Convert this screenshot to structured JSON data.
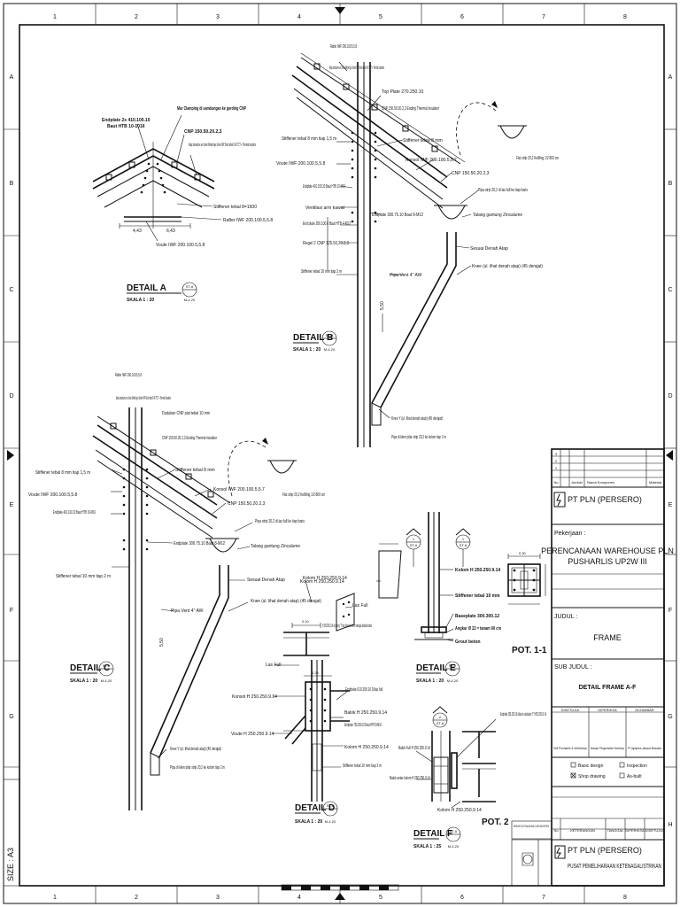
{
  "grid": {
    "columns": [
      "1",
      "2",
      "3",
      "4",
      "5",
      "6",
      "7",
      "8"
    ],
    "rows": [
      "A",
      "B",
      "C",
      "D",
      "E",
      "F",
      "G",
      "H"
    ]
  },
  "sheet_size": "SIZE : A3",
  "details": {
    "a": {
      "title": "DETAIL A",
      "scale": "SKALA 1 : 20",
      "sheet_ref": "M-4.20",
      "bubble": "ST-6",
      "labels": {
        "endplate": "Endplate 2x 410.100.10",
        "baut": "Baut HTB 10-1016",
        "mur": "Mur Clamping di sambungan ke gording CNP",
        "cnp": "CNP 150.50.20.2,3",
        "atap": "Atap zincalume ex Union Metal type Union MP Deck tebal 0,45 TCT + Thermal insulator",
        "stiffener": "Stiffener tebal 8=1600",
        "rafter": "Rafter IWF 200.100.5,5.8",
        "voute": "Voute IWF 200.100.5,5.8",
        "dim1": "4,43",
        "dim2": "6,43"
      }
    },
    "b": {
      "title": "DETAIL B",
      "scale": "SKALA 1 : 20",
      "sheet_ref": "M-4.20",
      "bubble": "ST-6",
      "labels": {
        "rafter": "Rafter IWF 200.100.5,5.8",
        "atap": "Atap zincalume ex Union Metal type Union MP Deck tebal 0,45 TCT + Thermal insulator",
        "toppelat": "Top Plate 270.250.10",
        "cnp_end": "CNP 150.50.20.2,3 Ending Thermal insulator",
        "stiffener_top": "Stiffener tebal 8 mm tiap 1,5 m",
        "stiffener_mid": "Stiffener tebal 8 mm",
        "voute": "Voute IWF 200.100.5,5.8",
        "konsol": "Konsol IWF 200.100.5,5.7",
        "cnp": "CNP 150.50.20.2,3",
        "endplate": "Endplate 410.100.10 Baut HTB 10-M16",
        "pipa": "Pipa strip 20,2 di las full ke tiap baris",
        "ventilasi": "Ventilasi arm kawat",
        "endplate2": "End plate 200.100.6 Baut HTB 4-M12",
        "regel": "Regel 2 CNP 125.50.20.2,3",
        "endplate3": "Endplate 300.75.10 Baut 8-M12",
        "talang": "Talang gantung Zincalume",
        "sesuai": "Sesuai Denah Atap",
        "stiffener_low": "Stiffener tebal 10 mm tiap 2 m",
        "pipa_vent": "Pipa Vent 4\" AW",
        "knee": "Knee (ul. lihat denah atap) (45 derajat)",
        "knee2": "Knee Y (ul. lihat denah atap) (45 derajat)",
        "pipa2": "Pipa di klem pilar strip 20,2 ke kolom tiap 2 m",
        "flat": "Flat strip 20,2 Kelilling 1/2 860 cm",
        "dim": "5,50"
      }
    },
    "c": {
      "title": "DETAIL C",
      "scale": "SKALA 1 : 20",
      "sheet_ref": "M-4.20",
      "bubble": "ST-6",
      "labels": {
        "rafter": "Rafter IWF 200.100.5,5.8",
        "atap": "Atap zincalume ex Union Metal type Union MP Deck tebal 0,45 TCT + Thermal insulator",
        "dudukan": "Dudukan CNP plat tebal 10 mm",
        "cnp_end": "CNP 150.50.20.2,3 Ending Thermal insulator",
        "stiffener_top": "Stiffener tebal 8 mm tiap 1,5 m",
        "stiffener_mid": "Stiffener tebal 8 mm",
        "voute": "Voute IWF 200.100.5,5.8",
        "konsol": "Konsol IWF 200.100.5,5.7",
        "cnp": "CNP 150.50.20.2,3",
        "endplate": "Endplate 410.100.10 Baut HTB 10-M16",
        "pipa": "Pipa strip 20,2 di las full ke tiap baris",
        "endplate3": "Endplate 300.75.10 Baut 8-M12",
        "talang": "Talang gantung Zincalume",
        "sesuai": "Sesuai Denah Atap",
        "stiffener_low": "Stiffener tebal 10 mm tiap 2 m",
        "pipa_vent": "Pipa Vent 4\" AW",
        "knee": "Knee (ul. lihat denah atap) (45 derajat)",
        "knee2": "Knee Y (ul. lihat denah atap) (45 derajat)",
        "pipa2": "Pipa di klem pilar strip 20,2 ke kolom tiap 2 m",
        "flat": "Flat strip 20,2 Kelilling 1/2 860 cm",
        "dim": "5,50"
      }
    },
    "d": {
      "title": "DETAIL D",
      "scale": "SKALA 1 : 20",
      "sheet_ref": "M-4.20",
      "bubble": "ST-6",
      "labels": {
        "kolom_top": "Kolom H 250.250.9.14",
        "las": "Las Full",
        "h_cut": "H 250.250.9,14 di potong \"I\" dan di las ke kolom sebagai dudukan balok",
        "las2": "Las Full",
        "konsol": "Konsol H 250.250.9.14",
        "voute": "Voute H 250.250.9.14",
        "endplate": "Endplate 610.250.10 Dilas full",
        "balok": "Balok H 250.250.9.14",
        "endplate2": "Endplate 750.250.10 Baut HTB 8-M16",
        "kolom": "Kolom H 250.250.9.14",
        "stiffener": "Stiffener tebal 10 mm tiap 2 m",
        "dim1": "0,10",
        "dim2": "0,25"
      }
    },
    "e": {
      "title": "DETAIL E",
      "scale": "SKALA 1 : 20",
      "sheet_ref": "M-4.20",
      "bubble": "ST-6",
      "labels": {
        "kolom_left": "Kolom H 250.250.9.14",
        "kolom": "Kolom H 250.250.9.14",
        "stiffener": "Stiffener tebal 10 mm",
        "baseplate": "Baseplate 300.300.12",
        "angkur": "Angkur Ø 22 = tanam 60 cm",
        "grout": "Grout beton",
        "cut1": "1",
        "cut1ref": "ST-6",
        "pot": "POT. 1-1",
        "dim": "0,30"
      }
    },
    "f": {
      "title": "DETAIL F",
      "scale": "SKALA 1 : 25",
      "sheet_ref": "M-4.20",
      "bubble": "ST-6",
      "labels": {
        "endplate": "Endplate 250.250.10 dilas ke dudukan \"I\" H250.250.9.14",
        "balok_full": "Balok Full H 250.250.9.14",
        "balok_antar": "Balok antar kolom H 250.250.9.14",
        "kolom": "Kolom H 250.250.9.14",
        "cut2": "2",
        "cut2ref": "ST-6",
        "pot": "POT. 2"
      }
    }
  },
  "title_block": {
    "revision_header": {
      "no": "No",
      "jumlah": "Jumlah",
      "nama": "Nama Komponen",
      "material": "Material"
    },
    "revision_rows": [
      "3",
      "2",
      "1"
    ],
    "company": "PT PLN (PERSERO)",
    "pekerjaan_label": "Pekerjaan :",
    "pekerjaan": "PERENCANAAN WAREHOUSE PLN PUSHARLIS UP2W III",
    "judul_label": "JUDUL :",
    "judul": "FRAME",
    "sub_judul_label": "SUB JUDUL :",
    "sub_judul": "DETAIL FRAME A-F",
    "sign_headers": [
      "DISETUJUI",
      "DIPERIKSA",
      "DIGAMBAR"
    ],
    "sign_roles": [
      "GM Pusharlis & Workshop",
      "Manajer Pengendalian Workshop",
      "PT Agrapesa Jaksana Bersalam"
    ],
    "checks": [
      "Basic design",
      "Inspection",
      "Shop drawing",
      "As-built"
    ],
    "bottom_cols": [
      "No",
      "KETERANGAN",
      "TANGGAL",
      "DIPERIKSA",
      "DISETUJUI"
    ],
    "bottom_note": "BERKAS ISI KE DALAM ADA DI SATUAN METRIK",
    "footer_company": "PT PLN (PERSERO)",
    "footer_unit": "PUSAT PEMELIHARAAN KETENAGALISTRIKAN"
  }
}
